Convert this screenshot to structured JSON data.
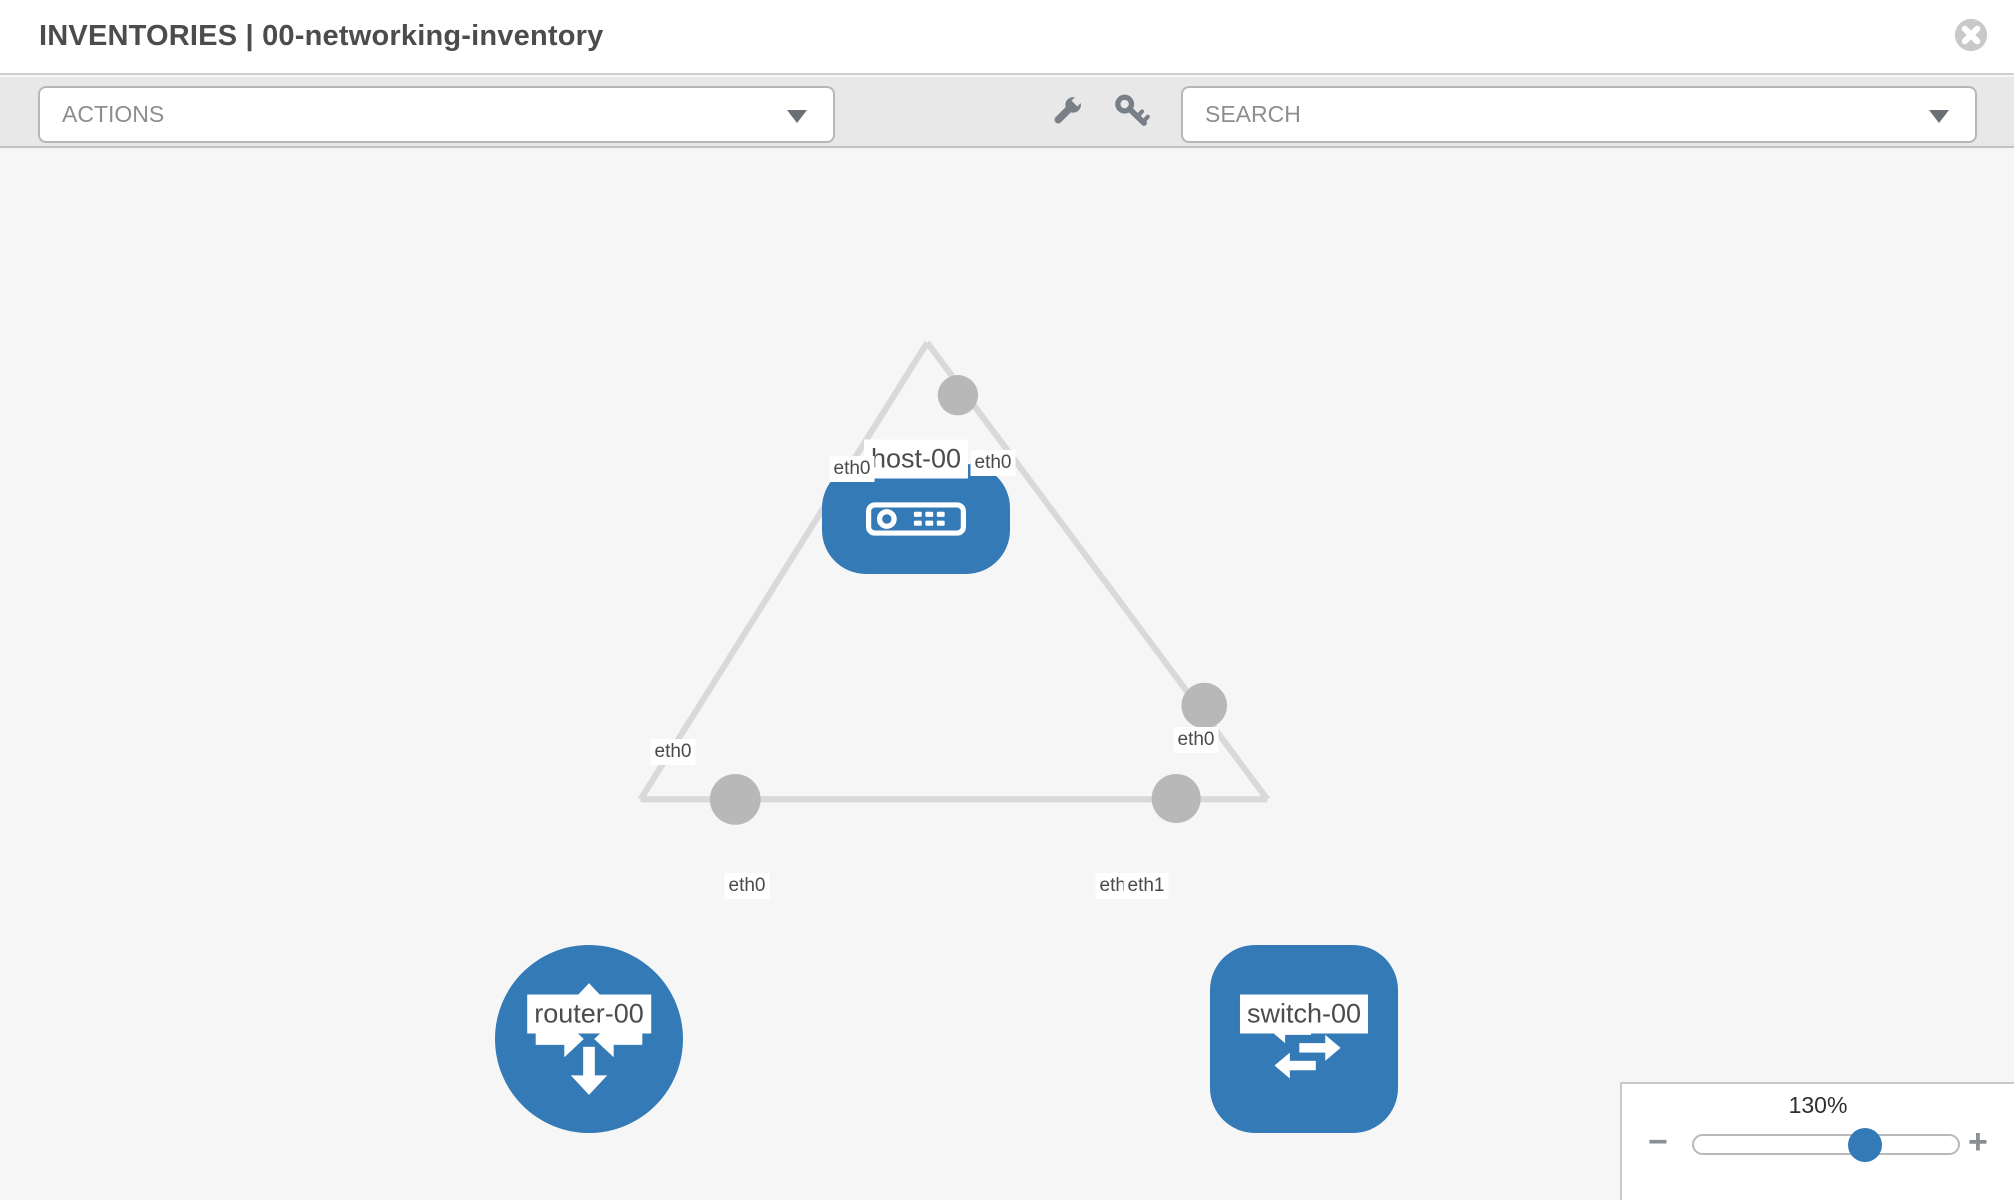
{
  "header": {
    "title": "INVENTORIES | 00-networking-inventory"
  },
  "toolbar": {
    "actions_label": "ACTIONS",
    "search_label": "SEARCH",
    "icons": [
      "wrench-icon",
      "key-icon"
    ]
  },
  "topology": {
    "nodes": [
      {
        "id": "host-00",
        "type": "host",
        "label": "host-00"
      },
      {
        "id": "router-00",
        "type": "router",
        "label": "router-00"
      },
      {
        "id": "switch-00",
        "type": "switch",
        "label": "switch-00"
      }
    ],
    "links": [
      {
        "source": "router-00",
        "source_interface": "eth0",
        "target": "host-00",
        "target_interface": "eth0"
      },
      {
        "source": "switch-00",
        "source_interface": "eth0",
        "target": "host-00",
        "target_interface": "eth0"
      },
      {
        "source": "router-00",
        "source_interface": "eth0",
        "target": "switch-00",
        "target_interface": "eth1"
      }
    ],
    "interface_labels": {
      "host_left": "eth0",
      "host_right": "eth0",
      "router_host_link": "eth0",
      "router_right": "eth0",
      "switch_top": "eth0",
      "switch_left_under": "eth0",
      "switch_left_over": "eth1"
    }
  },
  "zoom_panel": {
    "level": "130%",
    "minus_label": "−",
    "plus_label": "+"
  },
  "colors": {
    "node_blue": "#337ab7",
    "link_gray": "#d9d9d9",
    "connector_gray": "#b8b8b8"
  }
}
